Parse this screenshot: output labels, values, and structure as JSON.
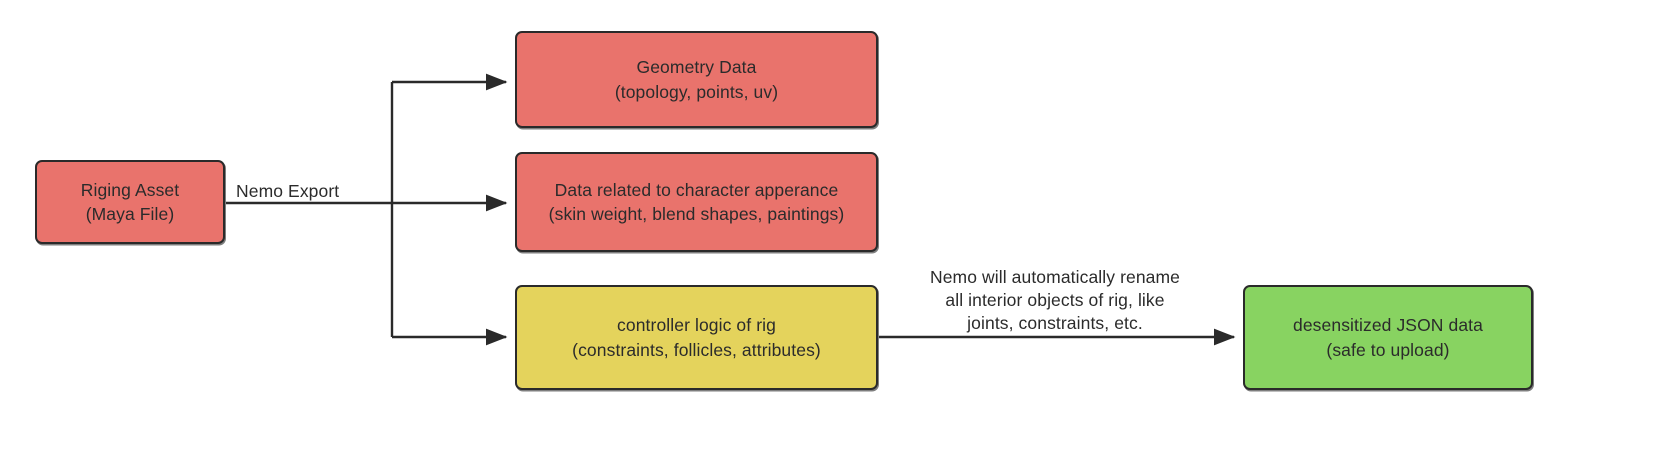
{
  "diagram": {
    "type": "flowchart",
    "direction": "left-to-right",
    "colors": {
      "red_fill": "#e9736c",
      "yellow_fill": "#e4d35c",
      "green_fill": "#88d361",
      "stroke": "#2a2a2a",
      "text": "#2b2b2b",
      "background": "#ffffff"
    },
    "nodes": [
      {
        "id": "source",
        "fill": "#e9736c",
        "lines": [
          "Riging Asset",
          "(Maya File)"
        ]
      },
      {
        "id": "geometry",
        "fill": "#e9736c",
        "lines": [
          "Geometry Data",
          "(topology, points, uv)"
        ]
      },
      {
        "id": "appearance",
        "fill": "#e9736c",
        "lines": [
          "Data related to character apperance",
          "(skin weight, blend shapes, paintings)"
        ]
      },
      {
        "id": "controller",
        "fill": "#e4d35c",
        "lines": [
          "controller logic of rig",
          "(constraints, follicles, attributes)"
        ]
      },
      {
        "id": "output",
        "fill": "#88d361",
        "lines": [
          "desensitized JSON data",
          "(safe to upload)"
        ]
      }
    ],
    "edge_labels": [
      {
        "id": "nemo-export",
        "lines": [
          "Nemo Export"
        ]
      },
      {
        "id": "rename",
        "lines": [
          "Nemo will automatically rename",
          "all interior objects of rig, like",
          "joints, constraints, etc."
        ]
      }
    ]
  }
}
